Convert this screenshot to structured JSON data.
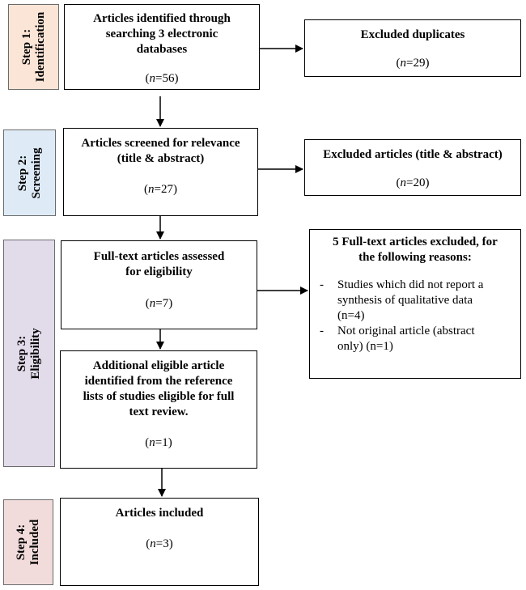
{
  "steps": {
    "s1": {
      "line1": "Step 1:",
      "line2": "Identification",
      "color": "#fbe5d6"
    },
    "s2": {
      "line1": "Step 2:",
      "line2": "Screening",
      "color": "#deebf7"
    },
    "s3": {
      "line1": "Step 3:",
      "line2": "Eligibility",
      "color": "#e2dbea"
    },
    "s4": {
      "line1": "Step 4:",
      "line2": "Included",
      "color": "#f2dcdb"
    }
  },
  "boxes": {
    "identified": {
      "l1": "Articles identified through",
      "l2": "searching 3 electronic",
      "l3": "databases",
      "n_pre": "(",
      "n_it": "n",
      "n_post": "=56)"
    },
    "duplicates": {
      "l1": "Excluded duplicates",
      "n_pre": "(",
      "n_it": "n",
      "n_post": "=29)"
    },
    "screened": {
      "l1": "Articles screened for relevance",
      "l2": "(title & abstract)",
      "n_pre": "(",
      "n_it": "n",
      "n_post": "=27)"
    },
    "excluded_ta": {
      "l1": "Excluded articles (title & abstract)",
      "n_pre": "(",
      "n_it": "n",
      "n_post": "=20)"
    },
    "fulltext": {
      "l1": "Full-text articles assessed",
      "l2": "for eligibility",
      "n_pre": "(",
      "n_it": "n",
      "n_post": "=7)"
    },
    "fulltext_excluded": {
      "l1": "5 Full-text articles excluded, for",
      "l2": "the following reasons:",
      "dash": "-",
      "r1a": "Studies which did not report a",
      "r1b": "synthesis of qualitative data",
      "r1c": "(n=4)",
      "r2a": "Not original article (abstract",
      "r2b": "only) (n=1)"
    },
    "additional": {
      "l1": "Additional eligible article",
      "l2": "identified from the reference",
      "l3": "lists of studies eligible for full",
      "l4": "text review.",
      "n_pre": "(",
      "n_it": "n",
      "n_post": "=1)"
    },
    "included": {
      "l1": "Articles included",
      "n_pre": "(",
      "n_it": "n",
      "n_post": "=3)"
    }
  }
}
